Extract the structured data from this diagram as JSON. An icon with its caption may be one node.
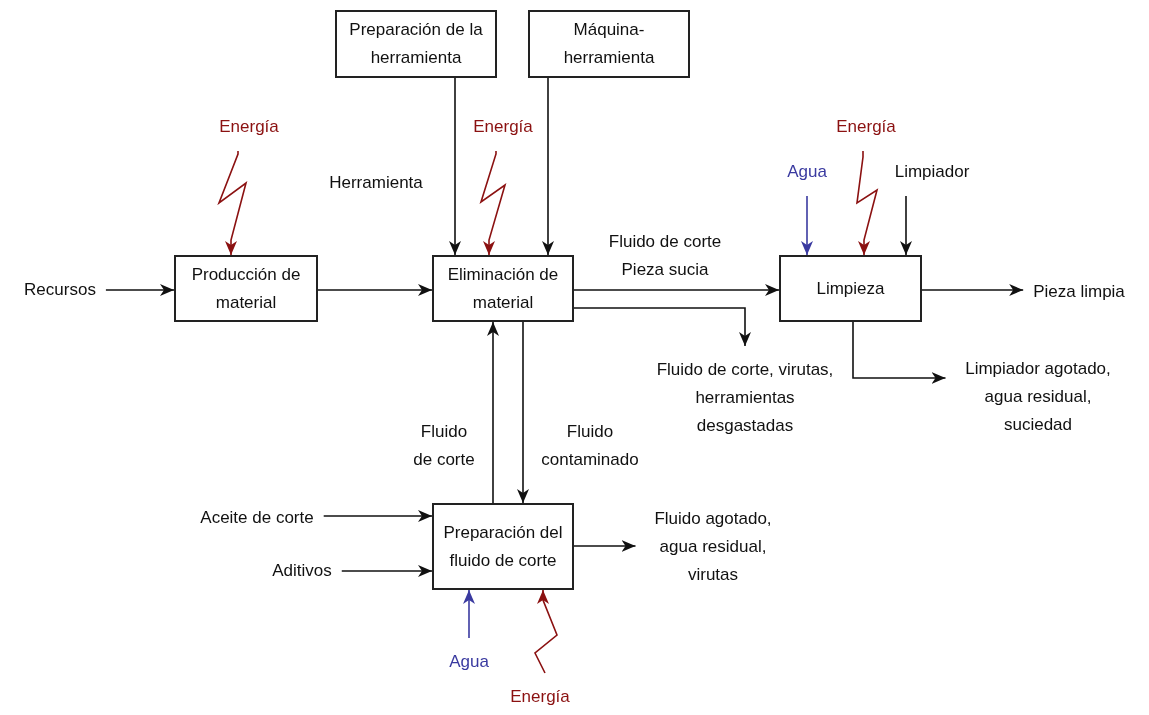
{
  "diagram": {
    "nodes": [
      {
        "text": [
          "Preparación de la herramienta"
        ]
      },
      {
        "text": [
          "Máquina-herramienta"
        ]
      },
      {
        "text": [
          "Energía"
        ]
      },
      {
        "text": [
          "Energía"
        ]
      },
      {
        "text": [
          "Energía"
        ]
      },
      {
        "text": [
          "Agua"
        ]
      },
      {
        "text": [
          "Limpiador"
        ]
      },
      {
        "text": [
          "Recursos"
        ]
      },
      {
        "text": [
          "Producción de material"
        ]
      },
      {
        "text": [
          "Eliminación de material"
        ]
      },
      {
        "text": [
          "Limpieza"
        ]
      },
      {
        "text": [
          "Pieza limpia"
        ]
      },
      {
        "text": [
          "Fluido de corte, virutas, herramientas desgastadas"
        ]
      },
      {
        "text": [
          "Limpiador agotado, agua residual, suciedad"
        ]
      },
      {
        "text": [
          "Aceite de corte"
        ]
      },
      {
        "text": [
          "Preparación del fluido de corte"
        ]
      },
      {
        "text": [
          "Fluido agotado, agua residual, virutas"
        ]
      },
      {
        "text": [
          "Aditivos"
        ]
      },
      {
        "text": [
          "Agua"
        ]
      },
      {
        "text": [
          "Energía"
        ]
      }
    ],
    "edges": [
      {
        "from": 0,
        "to": 9,
        "arrow": "to",
        "label": "Herramienta"
      },
      {
        "from": 1,
        "to": 9,
        "arrow": "to"
      },
      {
        "from": 2,
        "to": 8,
        "arrow": "to",
        "color": "#8b1111"
      },
      {
        "from": 3,
        "to": 9,
        "arrow": "to",
        "color": "#8b1111"
      },
      {
        "from": 4,
        "to": 10,
        "arrow": "to",
        "color": "#8b1111"
      },
      {
        "from": 5,
        "to": 10,
        "arrow": "to",
        "color": "#3a3aa0"
      },
      {
        "from": 6,
        "to": 10,
        "arrow": "to"
      },
      {
        "from": 7,
        "to": 8,
        "arrow": "to"
      },
      {
        "from": 8,
        "to": 9,
        "arrow": "to"
      },
      {
        "from": 9,
        "to": 10,
        "arrow": "to",
        "label": "Fluido de corte Pieza sucia"
      },
      {
        "from": 9,
        "to": 12,
        "arrow": "to"
      },
      {
        "from": 10,
        "to": 11,
        "arrow": "to"
      },
      {
        "from": 10,
        "to": 13,
        "arrow": "to"
      },
      {
        "from": 15,
        "to": 9,
        "arrow": "to",
        "label": "Fluido de corte"
      },
      {
        "from": 9,
        "to": 15,
        "arrow": "to",
        "label": "Fluido contaminado"
      },
      {
        "from": 14,
        "to": 15,
        "arrow": "to"
      },
      {
        "from": 17,
        "to": 15,
        "arrow": "to"
      },
      {
        "from": 15,
        "to": 16,
        "arrow": "to"
      },
      {
        "from": 18,
        "to": 15,
        "arrow": "to",
        "color": "#3a3aa0"
      },
      {
        "from": 19,
        "to": 15,
        "arrow": "to",
        "color": "#8b1111"
      }
    ]
  }
}
